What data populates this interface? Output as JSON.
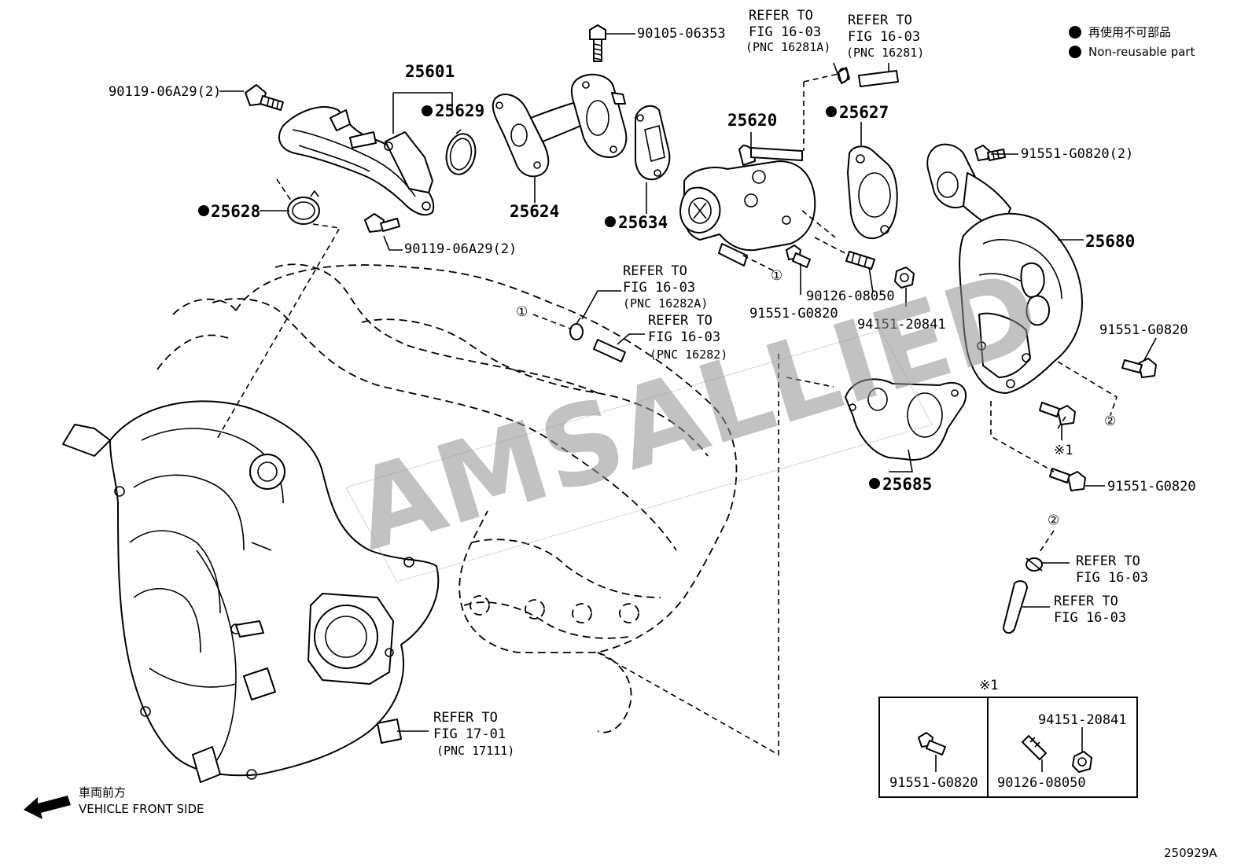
{
  "diagram": {
    "drawing_code": "250929A",
    "watermark": "AMSALLIED",
    "legend": {
      "japanese": "再使用不可部品",
      "english": "Non-reusable part"
    },
    "front_direction": {
      "japanese": "車両前方",
      "english": "VEHICLE FRONT SIDE"
    },
    "callouts": {
      "c25601": "25601",
      "c25629": "25629",
      "c25628": "25628",
      "c25624": "25624",
      "c25634": "25634",
      "c25620": "25620",
      "c25627": "25627",
      "c25680": "25680",
      "c25685": "25685",
      "b9011906a29_top": "90119-06A29(2)",
      "b9011906a29_mid": "90119-06A29(2)",
      "b9010506353": "90105-06353",
      "b91551g0820_2": "91551-G0820(2)",
      "b91551g0820_a": "91551-G0820",
      "b91551g0820_b": "91551-G0820",
      "b91551g0820_c": "91551-G0820",
      "b9012608050": "90126-08050",
      "b9415120841": "94151-20841"
    },
    "refs": {
      "r16281a": [
        "REFER TO",
        "FIG 16-03",
        "(PNC 16281A)"
      ],
      "r16281": [
        "REFER TO",
        "FIG 16-03",
        "(PNC 16281)"
      ],
      "r16282a": [
        "REFER TO",
        "FIG 16-03",
        "(PNC 16282A)"
      ],
      "r16282": [
        "REFER TO",
        "FIG 16-03",
        "(PNC 16282)"
      ],
      "r17111": [
        "REFER TO",
        "FIG 17-01",
        "(PNC 17111)"
      ],
      "rclip": [
        "REFER TO",
        "FIG 16-03"
      ],
      "rhose": [
        "REFER TO",
        "FIG 16-03"
      ]
    },
    "markers": {
      "m1a": "①",
      "m1b": "①",
      "m2a": "②",
      "m2b": "②",
      "note1": "※1",
      "note1_box": "※1"
    },
    "inset": {
      "left_label": "91551-G0820",
      "right_top_label": "94151-20841",
      "right_bottom_label": "90126-08050"
    }
  }
}
